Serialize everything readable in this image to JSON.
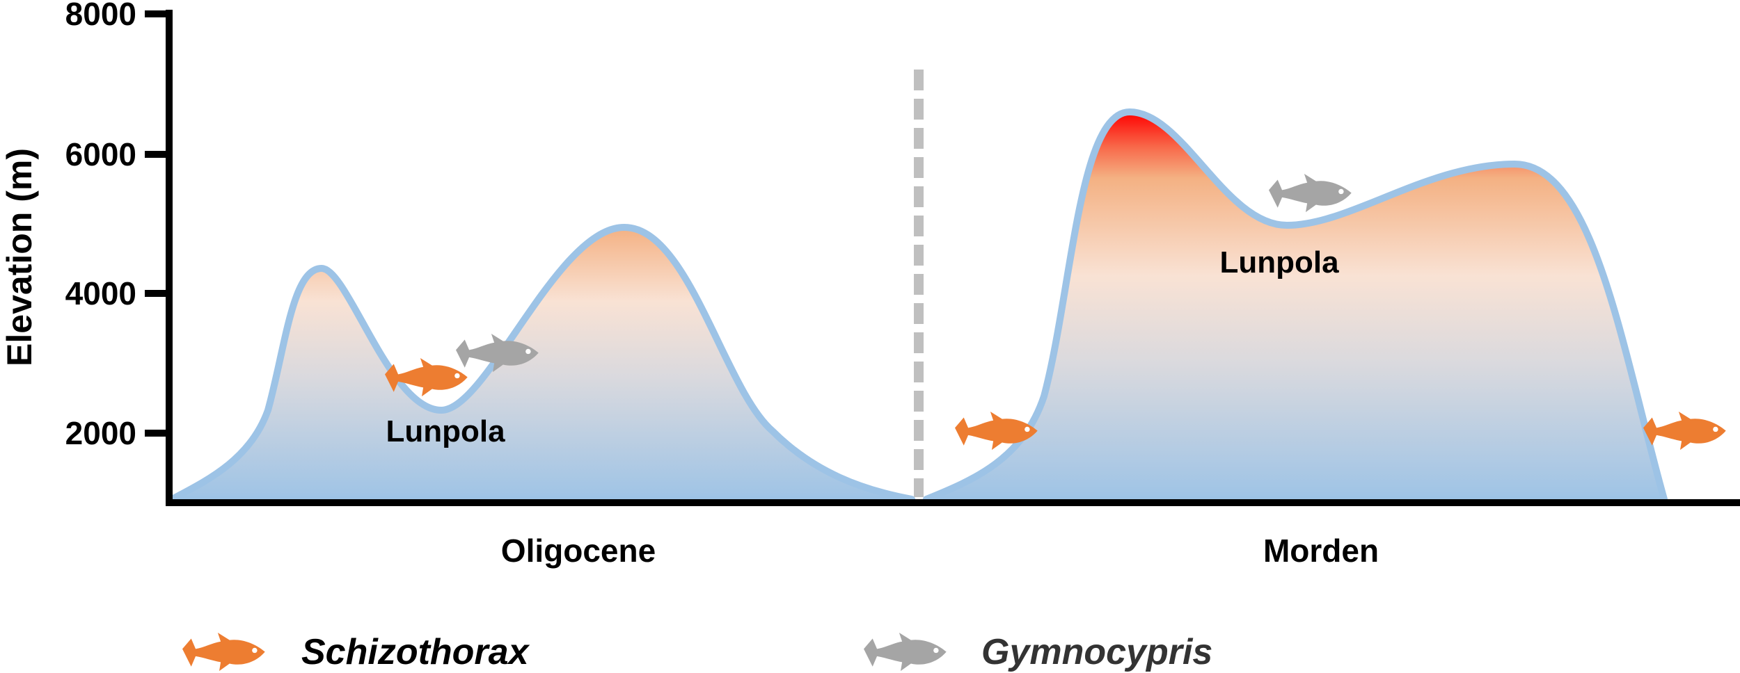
{
  "chart_data": {
    "type": "area",
    "title": "",
    "ylabel": "Elevation (m)",
    "xlabel": "",
    "ylim": [
      1000,
      8000
    ],
    "y_ticks": [
      "8000",
      "6000",
      "4000",
      "2000"
    ],
    "grid": false,
    "panels": [
      {
        "name": "Oligocene",
        "region_label": "Lunpola",
        "profile": [
          {
            "pos": 0.0,
            "elevation": 1050
          },
          {
            "pos": 0.13,
            "elevation": 2100
          },
          {
            "pos": 0.2,
            "elevation": 4350
          },
          {
            "pos": 0.36,
            "elevation": 2350
          },
          {
            "pos": 0.61,
            "elevation": 4950
          },
          {
            "pos": 0.85,
            "elevation": 1900
          },
          {
            "pos": 1.0,
            "elevation": 1050
          }
        ],
        "gradient": {
          "bottom": "#9fc3e7",
          "middle": "#f9e2d4",
          "top": "#f4b183"
        },
        "fish": [
          {
            "species": "Schizothorax",
            "elevation": 2850,
            "position": "valley"
          },
          {
            "species": "Gymnocypris",
            "elevation": 3150,
            "position": "valley"
          }
        ]
      },
      {
        "name": "Morden",
        "region_label": "Lunpola",
        "profile": [
          {
            "pos": 0.0,
            "elevation": 1050
          },
          {
            "pos": 0.16,
            "elevation": 2400
          },
          {
            "pos": 0.28,
            "elevation": 6600
          },
          {
            "pos": 0.5,
            "elevation": 4950
          },
          {
            "pos": 0.79,
            "elevation": 5850
          },
          {
            "pos": 0.9,
            "elevation": 4900
          },
          {
            "pos": 1.0,
            "elevation": 1050
          }
        ],
        "gradient": {
          "bottom": "#9fc3e7",
          "middle": "#f9e2d4",
          "upper": "#f4b183",
          "top": "#ff0000"
        },
        "fish": [
          {
            "species": "Gymnocypris",
            "elevation": 5450,
            "position": "plateau"
          },
          {
            "species": "Schizothorax",
            "elevation": 2000,
            "position": "outside-left"
          },
          {
            "species": "Schizothorax",
            "elevation": 2000,
            "position": "outside-right"
          }
        ]
      }
    ],
    "divider": "dashed gray vertical line between periods",
    "legend": [
      {
        "label": "Schizothorax",
        "color": "#ed7d31"
      },
      {
        "label": "Gymnocypris",
        "color": "#a5a5a5"
      }
    ]
  },
  "axis": {
    "y_title": "Elevation (m)",
    "ticks": {
      "t8000": "8000",
      "t6000": "6000",
      "t4000": "4000",
      "t2000": "2000"
    }
  },
  "panels": {
    "oligocene": {
      "period": "Oligocene",
      "region": "Lunpola"
    },
    "morden": {
      "period": "Morden",
      "region": "Lunpola"
    }
  },
  "legend": {
    "schizothorax": {
      "label": "Schizothorax",
      "color": "#ed7d31"
    },
    "gymnocypris": {
      "label": "Gymnocypris",
      "color": "#a5a5a5"
    }
  },
  "colors": {
    "outline": "#9dc3e6",
    "schizothorax": "#ed7d31",
    "gymnocypris": "#a5a5a5",
    "divider": "#bfbfbf"
  }
}
